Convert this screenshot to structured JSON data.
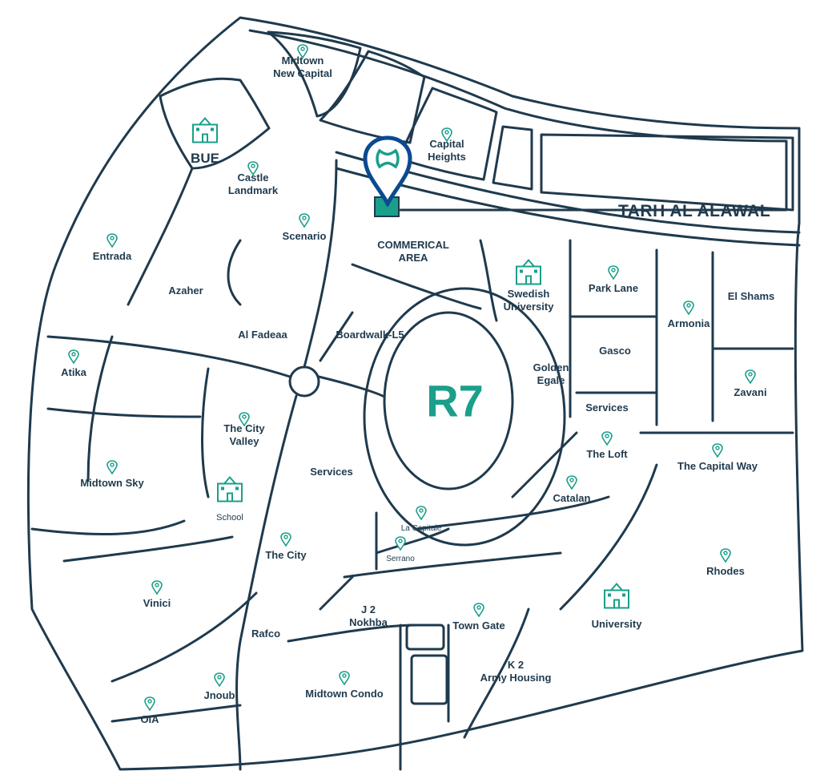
{
  "road_name": "TARH AL ALAWAL",
  "center_label": "R7",
  "colors": {
    "road": "#1f3a4d",
    "accent": "#1a9f8a",
    "brand": "#0b4a8f"
  },
  "places": [
    {
      "id": "midtown-new-capital",
      "label": "Midtown\nNew Capital",
      "pin": true
    },
    {
      "id": "bue",
      "label": "BUE",
      "pin": false,
      "building": true
    },
    {
      "id": "castle-landmark",
      "label": "Castle\nLandmark",
      "pin": true
    },
    {
      "id": "capital-heights",
      "label": "Capital\nHeights",
      "pin": true
    },
    {
      "id": "scenario",
      "label": "Scenario",
      "pin": true
    },
    {
      "id": "commerical-area",
      "label": "COMMERICAL\nAREA",
      "pin": false
    },
    {
      "id": "entrada",
      "label": "Entrada",
      "pin": true
    },
    {
      "id": "azaher",
      "label": "Azaher",
      "pin": false
    },
    {
      "id": "swedish-university",
      "label": "Swedish\nUniversity",
      "pin": false,
      "building": true
    },
    {
      "id": "park-lane",
      "label": "Park Lane",
      "pin": true
    },
    {
      "id": "el-shams",
      "label": "El Shams",
      "pin": false
    },
    {
      "id": "armonia",
      "label": "Armonia",
      "pin": true
    },
    {
      "id": "al-fadeaa",
      "label": "Al Fadeaa",
      "pin": false
    },
    {
      "id": "boardwalk",
      "label": "Boardwalk-L5",
      "pin": false
    },
    {
      "id": "gasco",
      "label": "Gasco",
      "pin": false
    },
    {
      "id": "golden-egale",
      "label": "Golden\nEgale",
      "pin": false
    },
    {
      "id": "zavani",
      "label": "Zavani",
      "pin": true
    },
    {
      "id": "atika",
      "label": "Atika",
      "pin": true
    },
    {
      "id": "services-east",
      "label": "Services",
      "pin": false
    },
    {
      "id": "the-city-valley",
      "label": "The City\nValley",
      "pin": true
    },
    {
      "id": "the-loft",
      "label": "The Loft",
      "pin": true
    },
    {
      "id": "the-capital-way",
      "label": "The Capital Way",
      "pin": true
    },
    {
      "id": "midtown-sky",
      "label": "Midtown Sky",
      "pin": true
    },
    {
      "id": "services-west",
      "label": "Services",
      "pin": false
    },
    {
      "id": "catalan",
      "label": "Catalan",
      "pin": true
    },
    {
      "id": "school",
      "label": "School",
      "pin": false,
      "building": true
    },
    {
      "id": "la-capitale",
      "label": "La Capitale",
      "pin": true
    },
    {
      "id": "the-city",
      "label": "The City",
      "pin": true
    },
    {
      "id": "serrano",
      "label": "Serrano",
      "pin": true
    },
    {
      "id": "rhodes",
      "label": "Rhodes",
      "pin": true
    },
    {
      "id": "vinici",
      "label": "Vinici",
      "pin": true
    },
    {
      "id": "university",
      "label": "University",
      "pin": false,
      "building": true
    },
    {
      "id": "j2-nokhba",
      "label": "J 2\nNokhba",
      "pin": false
    },
    {
      "id": "town-gate",
      "label": "Town Gate",
      "pin": true
    },
    {
      "id": "rafco",
      "label": "Rafco",
      "pin": false
    },
    {
      "id": "k2-army-housing",
      "label": "K 2\nArmy Housing",
      "pin": false
    },
    {
      "id": "midtown-condo",
      "label": "Midtown Condo",
      "pin": true
    },
    {
      "id": "jnoub",
      "label": "Jnoub",
      "pin": true
    },
    {
      "id": "oia",
      "label": "OIA",
      "pin": true
    }
  ]
}
